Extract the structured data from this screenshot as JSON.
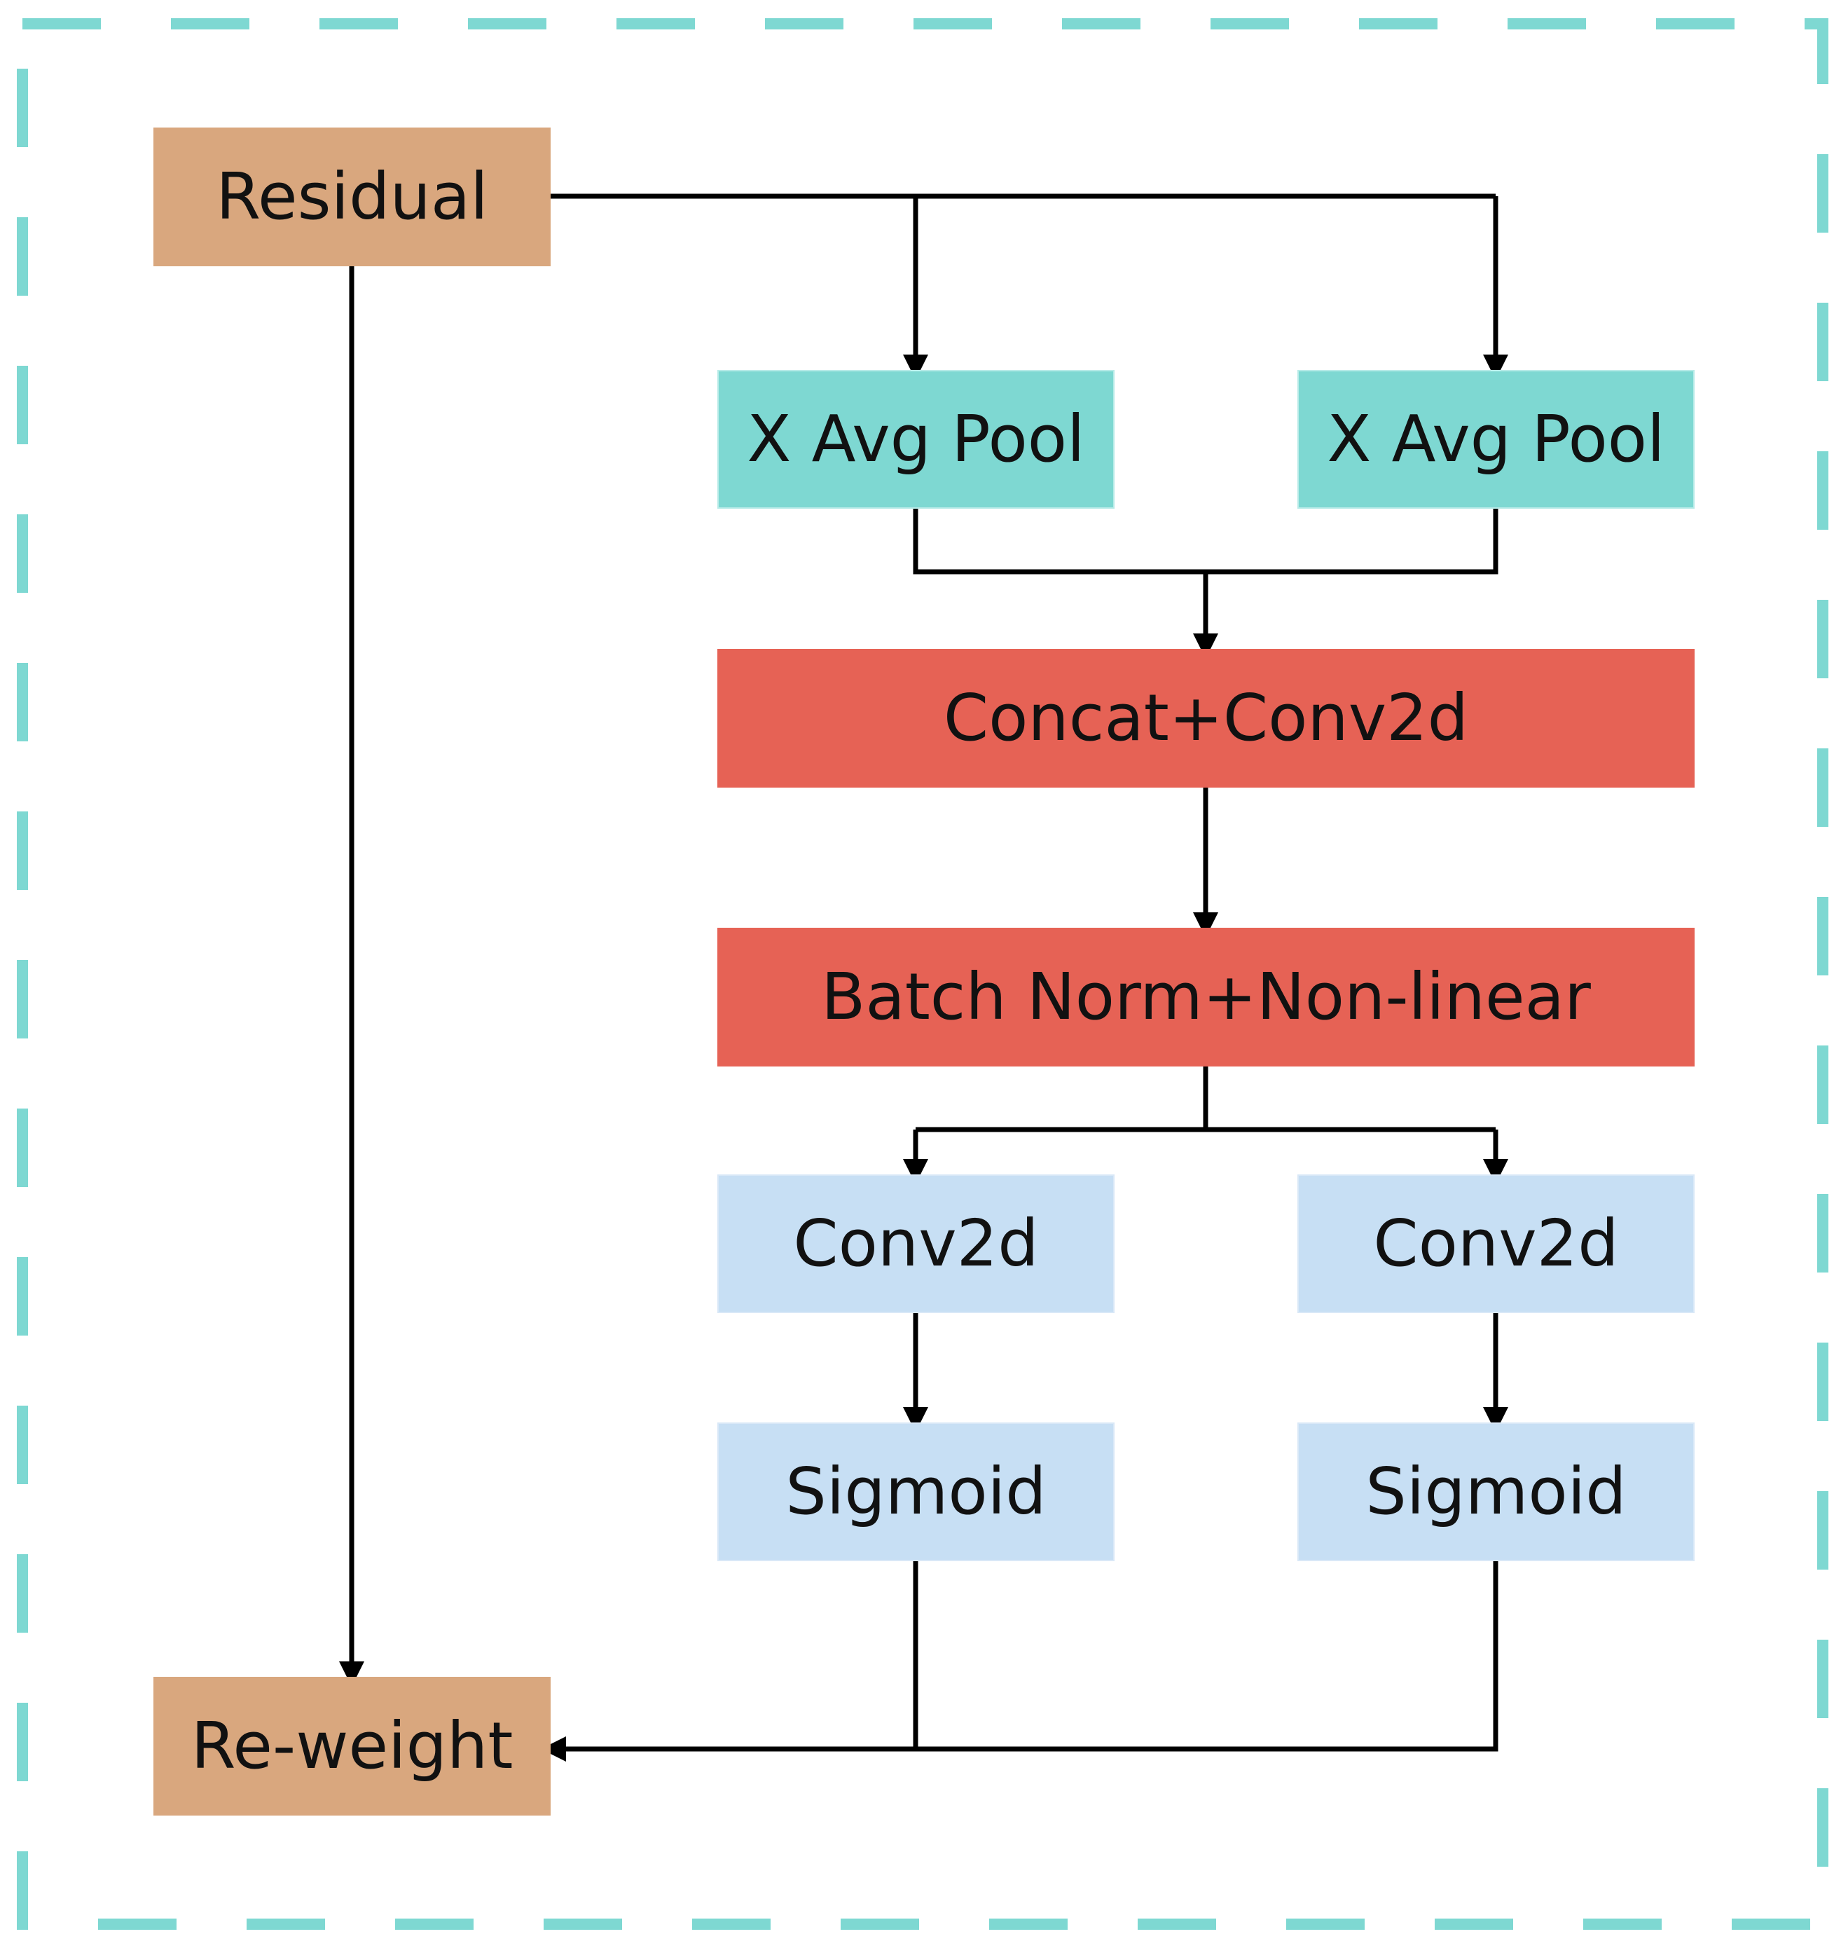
{
  "diagram": {
    "nodes": {
      "residual": "Residual",
      "x_avg_pool_left": "X Avg Pool",
      "x_avg_pool_right": "X Avg Pool",
      "concat_conv2d": "Concat+Conv2d",
      "batch_norm_non_linear": "Batch Norm+Non-linear",
      "conv2d_left": "Conv2d",
      "conv2d_right": "Conv2d",
      "sigmoid_left": "Sigmoid",
      "sigmoid_right": "Sigmoid",
      "re_weight": "Re-weight"
    },
    "edges": [
      {
        "from": "residual",
        "to": "x_avg_pool_left"
      },
      {
        "from": "residual",
        "to": "x_avg_pool_right"
      },
      {
        "from": "residual",
        "to": "re_weight"
      },
      {
        "from": "x_avg_pool_left",
        "to": "concat_conv2d"
      },
      {
        "from": "x_avg_pool_right",
        "to": "concat_conv2d"
      },
      {
        "from": "concat_conv2d",
        "to": "batch_norm_non_linear"
      },
      {
        "from": "batch_norm_non_linear",
        "to": "conv2d_left"
      },
      {
        "from": "batch_norm_non_linear",
        "to": "conv2d_right"
      },
      {
        "from": "conv2d_left",
        "to": "sigmoid_left"
      },
      {
        "from": "conv2d_right",
        "to": "sigmoid_right"
      },
      {
        "from": "sigmoid_left",
        "to": "re_weight"
      },
      {
        "from": "sigmoid_right",
        "to": "re_weight"
      }
    ],
    "colors": {
      "frame_dash": "#7ED8D2",
      "residual_reweight": "#D9A77E",
      "avg_pool": "#7ED8D2",
      "concat_batchnorm": "#E66255",
      "conv_sigmoid": "#C7DFF4",
      "connector": "#000000"
    }
  }
}
